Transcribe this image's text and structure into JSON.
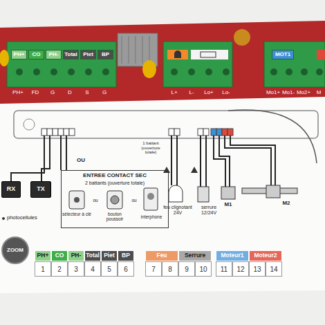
{
  "diagram": {
    "nodes": [
      {
        "text": [
          "ENTREE CONTACT SEC",
          "2 battants (ouverture totale)"
        ]
      },
      {
        "text": [
          "RX"
        ]
      },
      {
        "text": [
          "TX"
        ]
      },
      {
        "text": [
          "ZOOM"
        ]
      }
    ],
    "labels": [
      "PH+",
      "CO",
      "PH-",
      "Total",
      "Piet",
      "BP",
      "PH+",
      "FD",
      "G",
      "D",
      "S",
      "G",
      "L+",
      "L-",
      "Lo+",
      "Lo-",
      "Mo1+",
      "Mo1-",
      "Mo2+",
      "M",
      "MOT1",
      "1 battant (ouverture totale)",
      "OU",
      "sélecteur à clé",
      "ou",
      "bouton poussoir",
      "ou",
      "interphone",
      "photocellules",
      "feu clignotant 24V",
      "serrure 12/24V",
      "M1",
      "M2",
      "PH+",
      "CO",
      "PH-",
      "Total",
      "Piet",
      "BP",
      "1",
      "2",
      "3",
      "4",
      "5",
      "6",
      "Feu",
      "Serrure",
      "7",
      "8",
      "9",
      "10",
      "Moteur1",
      "Moteur2",
      "11",
      "12",
      "13",
      "14"
    ]
  }
}
